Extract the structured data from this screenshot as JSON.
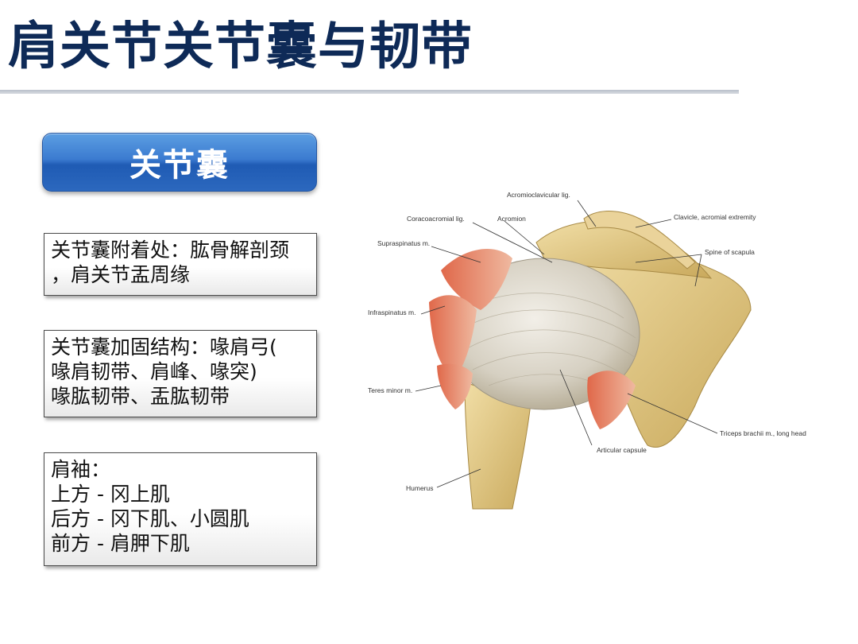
{
  "slide": {
    "title": "肩关节关节囊与韧带",
    "section_button": "关节囊"
  },
  "notes": [
    {
      "lines": [
        "关节囊附着处：肱骨解剖颈",
        "，肩关节盂周缘"
      ]
    },
    {
      "lines": [
        "关节囊加固结构：喙肩弓(",
        "喙肩韧带、肩峰、喙突)",
        "喙肱韧带、盂肱韧带"
      ]
    },
    {
      "lines": [
        "肩袖：",
        "上方 - 冈上肌",
        "后方 - 冈下肌、小圆肌",
        "前方 - 肩胛下肌"
      ]
    }
  ],
  "figure": {
    "labels": {
      "acromioclavicular": "Acromioclavicular lig.",
      "coracoacromial": "Coracoacromial lig.",
      "acromion": "Acromion",
      "clavicle": "Clavicle, acromial extremity",
      "supraspinatus": "Supraspinatus m.",
      "spine_scapula": "Spine of scapula",
      "infraspinatus": "Infraspinatus m.",
      "teres_minor": "Teres minor m.",
      "triceps": "Triceps brachii m., long head",
      "articular_capsule": "Articular capsule",
      "humerus": "Humerus"
    },
    "colors": {
      "bone": "#e2c987",
      "capsule": "#d9d4c8",
      "muscle": "#e0684a"
    }
  }
}
